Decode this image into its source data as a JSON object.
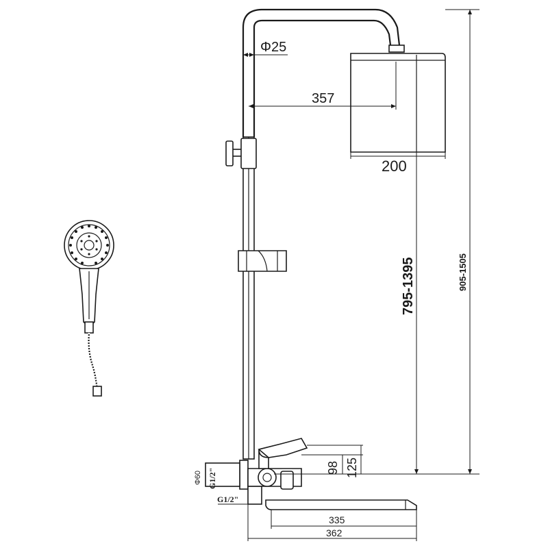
{
  "dimensions": {
    "pipe_diameter": "Φ25",
    "arm_reach": "357",
    "head_width": "200",
    "height_range_a": "795-1395",
    "height_range_b": "905-1505",
    "mixer_height_98": "98",
    "mixer_height_125": "125",
    "spout_length_335": "335",
    "spout_length_362": "362",
    "flange_diameter": "Φ60",
    "thread_upper": "G1/2\"",
    "thread_lower": "G1/2\""
  },
  "colors": {
    "line": "#1a1a1a",
    "background": "#ffffff"
  }
}
